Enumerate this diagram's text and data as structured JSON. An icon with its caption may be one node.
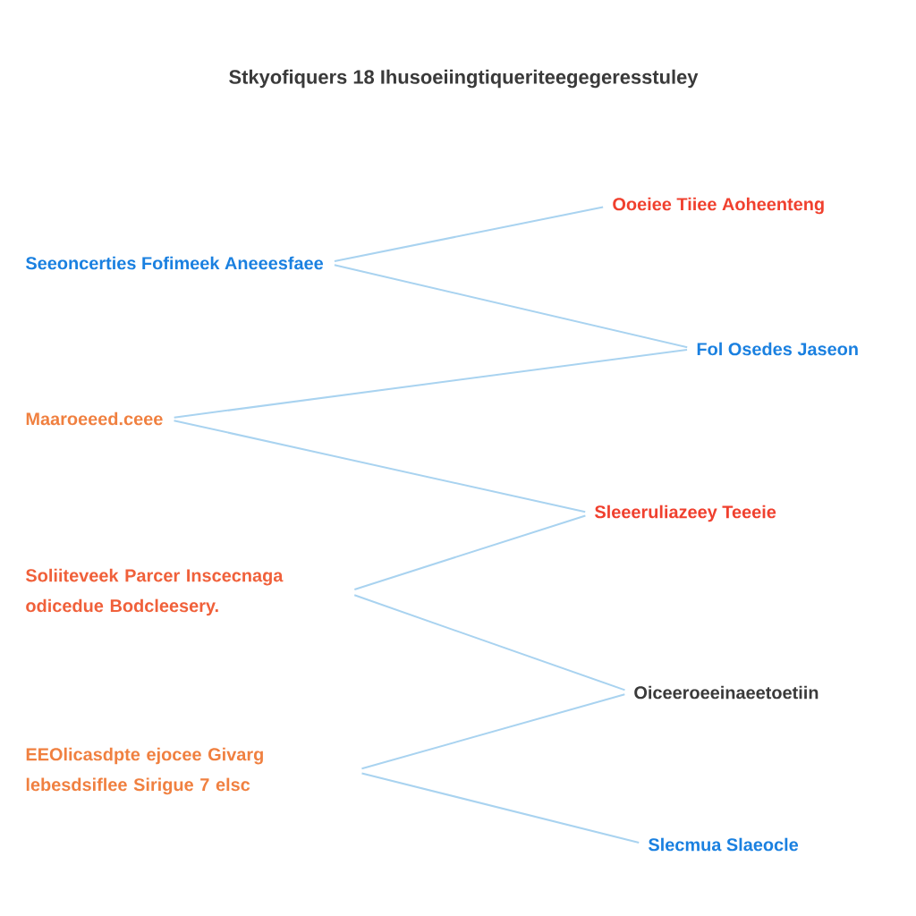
{
  "diagram": {
    "title": "Stkyofiquers 18 Ihusoeiingtiqueriteegegeresstuley",
    "nodes": [
      {
        "text": [
          "Ooeiee Tiiee Aoheenteng"
        ]
      },
      {
        "text": [
          "Seeoncerties Fofimeek Aneeesfaee"
        ]
      },
      {
        "text": [
          "Fol Osedes Jaseon"
        ]
      },
      {
        "text": [
          "Maaroeeed.ceee"
        ]
      },
      {
        "text": [
          "Sleeeruliazeey Teeeie"
        ]
      },
      {
        "text": [
          "Soliiteveek Parcer Inscecnaga odicedue Bodcleesery."
        ]
      },
      {
        "text": [
          "Oiceeroeeinaeetoetiin"
        ]
      },
      {
        "text": [
          "EEOlicasdpte ejocee Givarg lebesdsiflee Sirigue 7 elsc"
        ]
      },
      {
        "text": [
          "Slecmua Slaeocle"
        ]
      }
    ],
    "edges": [
      {
        "from": 1,
        "to": 0,
        "arrow": "none"
      },
      {
        "from": 1,
        "to": 2,
        "arrow": "none"
      },
      {
        "from": 3,
        "to": 2,
        "arrow": "none"
      },
      {
        "from": 3,
        "to": 4,
        "arrow": "none"
      },
      {
        "from": 5,
        "to": 4,
        "arrow": "none"
      },
      {
        "from": 5,
        "to": 6,
        "arrow": "none"
      },
      {
        "from": 7,
        "to": 6,
        "arrow": "none"
      },
      {
        "from": 7,
        "to": 8,
        "arrow": "none"
      }
    ]
  }
}
